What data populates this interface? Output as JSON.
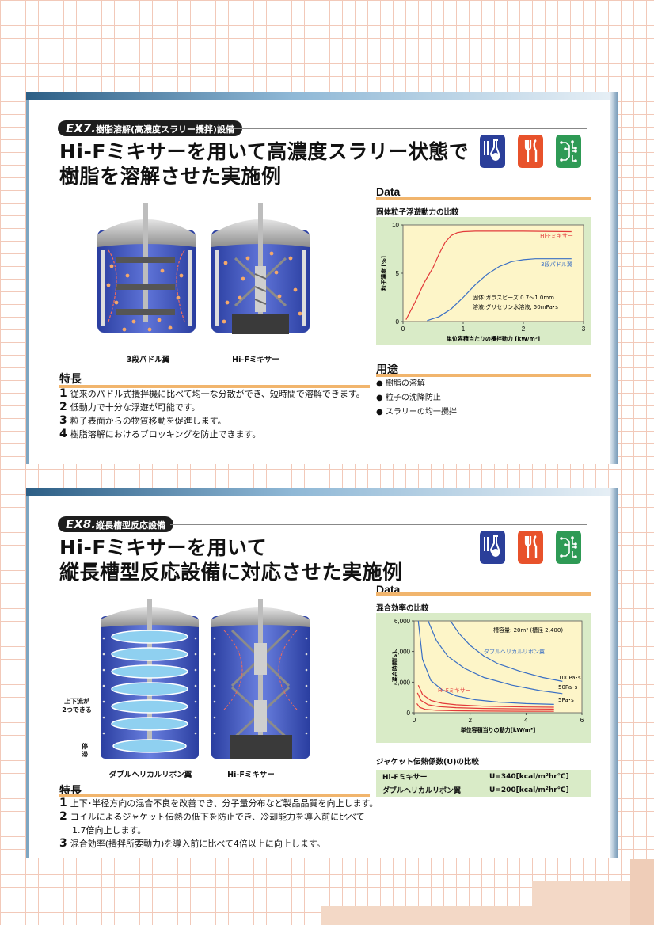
{
  "ex7": {
    "tag_prefix": "EX7.",
    "tag_text": "樹脂溶解(高濃度スラリー攪拌)設備",
    "title_line1": "Hi-Fミキサーを用いて高濃度スラリー状態で",
    "title_line2": "樹脂を溶解させた実施例",
    "icons": [
      "flask-icon",
      "food-icon",
      "circuit-icon"
    ],
    "icon_colors": [
      "#2b3f9a",
      "#e8522b",
      "#2e9a55"
    ],
    "tank_labels": [
      "3段パドル翼",
      "Hi-Fミキサー"
    ],
    "features_heading": "特長",
    "features": [
      {
        "num": "1",
        "text": "従来のパドル式攪拌機に比べて均一な分散ができ、短時間で溶解できます。"
      },
      {
        "num": "2",
        "text": "低動力で十分な浮遊が可能です。"
      },
      {
        "num": "3",
        "text": "粒子表面からの物質移動を促進します。"
      },
      {
        "num": "4",
        "text": "樹脂溶解におけるブロッキングを防止できます。"
      }
    ],
    "data_heading": "Data",
    "chart_subtitle": "固体粒子浮遊動力の比較",
    "uses_heading": "用途",
    "uses": [
      "樹脂の溶解",
      "粒子の沈降防止",
      "スラリーの均一攪拌"
    ],
    "chart_data": {
      "type": "line",
      "title": "固体粒子浮遊動力の比較",
      "xlabel": "単位容積当たりの攪拌動力 [kW/m³]",
      "ylabel": "粒子濃度 [%]",
      "xlim": [
        0,
        3
      ],
      "ylim": [
        0,
        10
      ],
      "xticks": [
        "0",
        "1",
        "2",
        "3"
      ],
      "yticks": [
        "0",
        "5",
        "10"
      ],
      "annotation_line1": "固体:ガラスビーズ 0.7～1.0mm",
      "annotation_line2": "溶液:グリセリン水溶液, 50mPa･s",
      "series": [
        {
          "name": "Hi-Fミキサー",
          "color": "#e23a3a",
          "x": [
            0.05,
            0.2,
            0.35,
            0.5,
            0.6,
            0.7,
            0.8,
            0.9,
            1.0,
            1.2,
            1.5,
            2.0,
            2.8
          ],
          "y": [
            0.2,
            2.0,
            4.0,
            5.6,
            7.0,
            8.2,
            8.9,
            9.2,
            9.3,
            9.35,
            9.35,
            9.35,
            9.3
          ]
        },
        {
          "name": "3段パドル翼",
          "color": "#3a6fc4",
          "x": [
            0.4,
            0.6,
            0.8,
            1.0,
            1.2,
            1.4,
            1.6,
            1.8,
            2.0,
            2.2,
            2.5,
            2.8
          ],
          "y": [
            0.1,
            0.5,
            1.3,
            2.5,
            3.8,
            4.9,
            5.7,
            6.2,
            6.4,
            6.5,
            6.5,
            6.5
          ]
        }
      ]
    }
  },
  "ex8": {
    "tag_prefix": "EX8.",
    "tag_text": "縦長槽型反応設備",
    "title_line1": "Hi-Fミキサーを用いて",
    "title_line2": "縦長槽型反応設備に対応させた実施例",
    "icons": [
      "flask-icon",
      "food-icon",
      "circuit-icon"
    ],
    "icon_colors": [
      "#2b3f9a",
      "#e8522b",
      "#2e9a55"
    ],
    "tank_labels": [
      "ダブルヘリカルリボン翼",
      "Hi-Fミキサー"
    ],
    "callout_updown_line1": "上下流が",
    "callout_updown_line2": "2つできる",
    "callout_stagnant_line1": "停",
    "callout_stagnant_line2": "滞",
    "features_heading": "特長",
    "features": [
      {
        "num": "1",
        "text": "上下･半径方向の混合不良を改善でき、分子量分布など製品品質を向上します。"
      },
      {
        "num": "2",
        "text": "コイルによるジャケット伝熱の低下を防止でき、冷却能力を導入前に比べて"
      },
      {
        "num": "",
        "text": "1.7倍向上します。"
      },
      {
        "num": "3",
        "text": "混合効率(攪拌所要動力)を導入前に比べて4倍以上に向上します。"
      }
    ],
    "data_heading": "Data",
    "chart_subtitle": "混合効率の比較",
    "heat_title": "ジャケット伝熱係数(U)の比較",
    "heat_rows": [
      {
        "name": "Hi-Fミキサー",
        "value": "U=340[kcal/m²hr℃]"
      },
      {
        "name": "ダブルヘリカルリボン翼",
        "value": "U=200[kcal/m²hr℃]"
      }
    ],
    "chart_data": {
      "type": "line",
      "title": "混合効率の比較",
      "xlabel": "単位容積当りの動力[kW/m³]",
      "ylabel": "混合時間[s]",
      "xlim": [
        0,
        6
      ],
      "ylim": [
        0,
        6000
      ],
      "xticks": [
        "0",
        "2",
        "4",
        "6"
      ],
      "yticks": [
        "0",
        "2,000",
        "4,000",
        "6,000"
      ],
      "annotation": "槽容量: 20m³ (槽径 2,400)",
      "viscosity_labels": [
        "100Pa･s",
        "50Pa･s",
        "5Pa･s"
      ],
      "series": [
        {
          "name": "ダブルヘリカルリボン翼",
          "group": "ribbon",
          "color": "#3a6fc4",
          "x": [
            0.5,
            0.8,
            1.2,
            1.8,
            2.5,
            3.5,
            4.5,
            5.3
          ],
          "y": [
            6000,
            4700,
            3700,
            2900,
            2300,
            1800,
            1450,
            1250
          ]
        },
        {
          "name": "",
          "group": "ribbon",
          "color": "#3a6fc4",
          "x": [
            1.3,
            1.6,
            2.0,
            2.5,
            3.0,
            3.8,
            4.6,
            5.3
          ],
          "y": [
            6000,
            5200,
            4400,
            3700,
            3200,
            2700,
            2300,
            2050
          ]
        },
        {
          "name": "",
          "group": "ribbon",
          "color": "#3a6fc4",
          "x": [
            0.15,
            0.3,
            0.6,
            1.0,
            1.5,
            2.2,
            3.0,
            4.0,
            5.0
          ],
          "y": [
            6000,
            3500,
            2100,
            1500,
            1100,
            850,
            700,
            600,
            550
          ]
        },
        {
          "name": "Hi-Fミキサー",
          "group": "hif",
          "color": "#e23a3a",
          "x": [
            0.15,
            0.3,
            0.6,
            1.0,
            1.5,
            2.5,
            4.0,
            5.0
          ],
          "y": [
            1800,
            1200,
            800,
            620,
            520,
            430,
            380,
            360
          ]
        },
        {
          "name": "",
          "group": "hif",
          "color": "#e23a3a",
          "x": [
            0.12,
            0.25,
            0.5,
            0.9,
            1.5,
            2.5,
            4.0,
            5.0
          ],
          "y": [
            1300,
            800,
            520,
            400,
            330,
            280,
            250,
            240
          ]
        },
        {
          "name": "",
          "group": "hif",
          "color": "#e23a3a",
          "x": [
            0.1,
            0.2,
            0.4,
            0.8,
            1.5,
            2.5,
            4.0,
            5.0
          ],
          "y": [
            600,
            350,
            220,
            160,
            130,
            110,
            100,
            95
          ]
        }
      ]
    }
  }
}
